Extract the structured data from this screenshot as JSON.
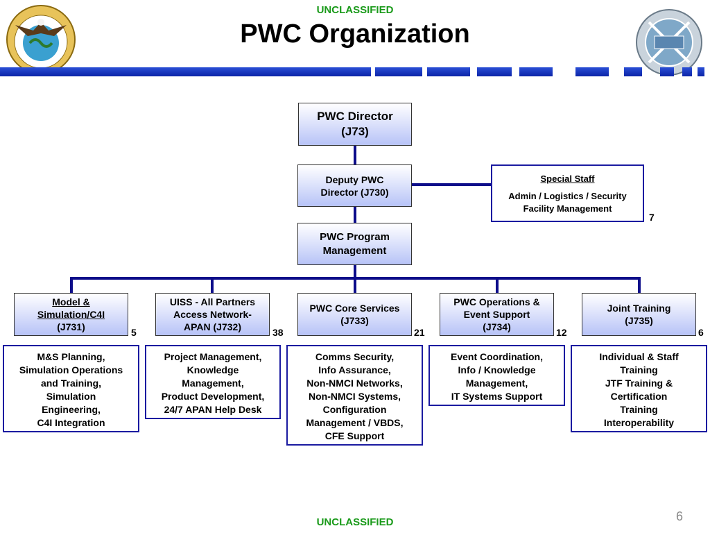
{
  "header": {
    "classification_top": "UNCLASSIFIED",
    "title": "PWC Organization",
    "classification_bottom": "UNCLASSIFIED",
    "page_number": "6"
  },
  "seals": {
    "left_icon": "pacific-command-eagle-seal-icon",
    "right_icon": "pacific-warfighting-center-seal-icon"
  },
  "colors": {
    "classification": "#1a9a1a",
    "connector": "#0d0d8a",
    "box_gradient_end": "#b7c3f7"
  },
  "director": {
    "line1": "PWC Director",
    "line2": "(J73)"
  },
  "deputy": {
    "line1": "Deputy PWC",
    "line2": "Director (J730)"
  },
  "special_staff": {
    "heading": "Special Staff",
    "line1": "Admin / Logistics / Security",
    "line2": "Facility Management",
    "count": "7"
  },
  "program_mgmt": {
    "line1": "PWC Program",
    "line2": "Management"
  },
  "divisions": [
    {
      "lines": [
        "Model &",
        "Simulation/C4I",
        "(J731)"
      ],
      "count": "5",
      "duties": [
        "M&S Planning,",
        "Simulation Operations",
        "and Training,",
        "Simulation",
        "Engineering,",
        "C4I Integration"
      ]
    },
    {
      "lines": [
        "UISS - All Partners",
        "Access Network-",
        "APAN  (J732)"
      ],
      "count": "38",
      "duties": [
        "Project Management,",
        "Knowledge",
        "Management,",
        "Product Development,",
        "24/7 APAN Help Desk"
      ]
    },
    {
      "lines": [
        "PWC Core Services",
        "(J733)"
      ],
      "count": "21",
      "duties": [
        "Comms Security,",
        "Info Assurance,",
        "Non-NMCI Networks,",
        "Non-NMCI Systems,",
        "Configuration",
        "Management / VBDS,",
        "CFE Support"
      ]
    },
    {
      "lines": [
        "PWC Operations &",
        "Event  Support",
        "(J734)"
      ],
      "count": "12",
      "duties": [
        "Event Coordination,",
        "Info / Knowledge",
        "Management,",
        "IT Systems Support"
      ]
    },
    {
      "lines": [
        "Joint Training",
        "(J735)"
      ],
      "count": "6",
      "duties": [
        "Individual & Staff",
        "Training",
        "JTF Training &",
        "Certification",
        "Training",
        "Interoperability"
      ]
    }
  ]
}
